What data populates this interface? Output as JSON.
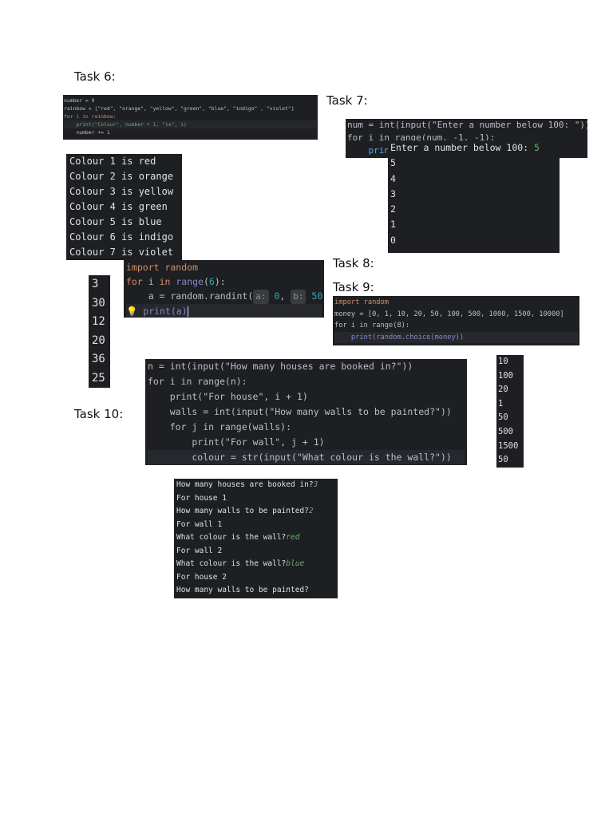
{
  "tasks": {
    "t6": "Task 6:",
    "t7": "Task 7:",
    "t8": "Task 8:",
    "t9": "Task 9:",
    "t10": "Task 10:"
  },
  "task6_code": [
    "number = 0",
    "rainbow = [\"red\", \"orange\", \"yellow\", \"green\", \"blue\", \"indigo\" , \"violet\"]",
    "for i in rainbow:",
    "    print(\"Colour\", number + 1, \"is\", i)",
    "    number += 1"
  ],
  "task6_output": [
    "Colour 1 is red",
    "Colour 2 is orange",
    "Colour 3 is yellow",
    "Colour 4 is green",
    "Colour 5 is blue",
    "Colour 6 is indigo",
    "Colour 7 is violet"
  ],
  "task7_code": {
    "line1": "num = int(input(\"Enter a number below 100: \"))",
    "line2": "for i in range(num, -1, -1):",
    "line3": "    prin"
  },
  "task7_output": {
    "prompt": "Enter a number below 100: ",
    "input": "5",
    "lines": [
      "5",
      "4",
      "3",
      "2",
      "1",
      "0"
    ]
  },
  "task8_code": {
    "line1": "import random",
    "line2_kw": "for",
    "line2_rest": " i ",
    "line2_in": "in",
    "line2_fn": "range",
    "line2_arg": "6",
    "line3_a": "    a = random.randint(",
    "hint_a": "a:",
    "val_a": "0",
    "hint_b": "b:",
    "val_b": "50",
    "line4": "print(a)"
  },
  "task8_output": [
    "3",
    "30",
    "12",
    "20",
    "36",
    "25"
  ],
  "task9_code": {
    "line1": "import random",
    "line2": "money = [0, 1, 10, 20, 50, 100, 500, 1000, 1500, 10000]",
    "line3": "for i in range(8):",
    "line4": "    print(random.choice(money))"
  },
  "task9_output": [
    "10",
    "100",
    "20",
    "1",
    "50",
    "500",
    "1500",
    "50"
  ],
  "task10_code": [
    "n = int(input(\"How many houses are booked in?\"))",
    "for i in range(n):",
    "    print(\"For house\", i + 1)",
    "    walls = int(input(\"How many walls to be painted?\"))",
    "    for j in range(walls):",
    "        print(\"For wall\", j + 1)",
    "        colour = str(input(\"What colour is the wall?\"))"
  ],
  "task10_output": [
    {
      "text": "How many houses are booked in?",
      "input": "3"
    },
    {
      "text": "For house 1",
      "input": ""
    },
    {
      "text": "How many walls to be painted?",
      "input": "2"
    },
    {
      "text": "For wall 1",
      "input": ""
    },
    {
      "text": "What colour is the wall?",
      "input": "red"
    },
    {
      "text": "For wall 2",
      "input": ""
    },
    {
      "text": "What colour is the wall?",
      "input": "blue"
    },
    {
      "text": "For house 2",
      "input": ""
    },
    {
      "text": "How many walls to be painted?",
      "input": ""
    }
  ],
  "colors": {
    "editor_bg": "#1e1f22",
    "keyword": "#cf8e6d",
    "function": "#56a8f5",
    "string": "#6aab73",
    "number": "#2aacb8"
  }
}
